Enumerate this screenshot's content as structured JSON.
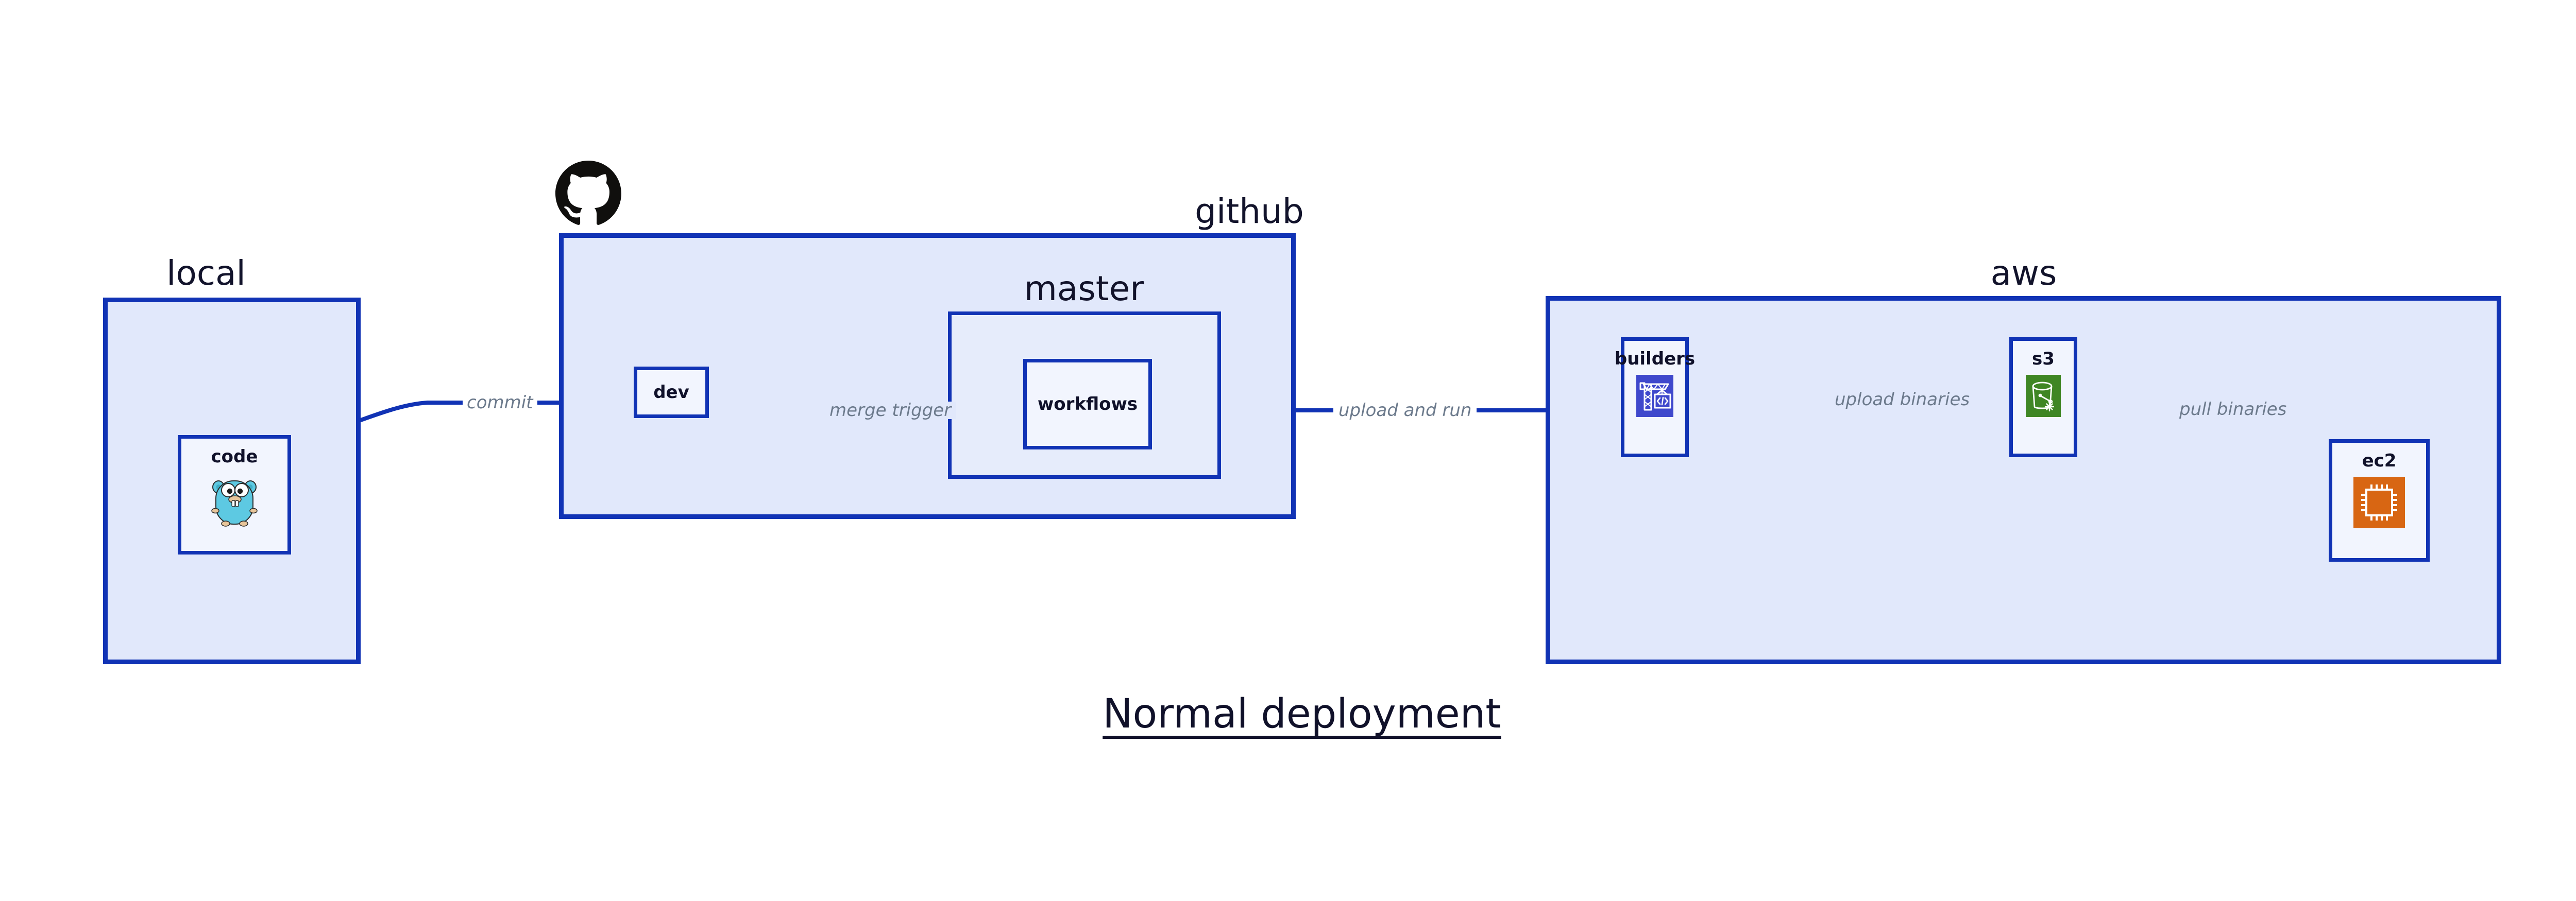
{
  "diagram": {
    "title": "Normal deployment",
    "title_underlined": true,
    "background": "#ffffff",
    "colors": {
      "group_fill": "#E1E8FB",
      "subgroup_fill": "#E6ECFB",
      "node_fill": "#F2F5FE",
      "stroke": "#1133B5",
      "label_text": "#12132B",
      "edge_label_text": "#6C7A8C",
      "builders_icon_bg": "#3F48CC",
      "s3_icon_bg": "#3F8624",
      "ec2_icon_bg": "#D86613",
      "gopher_body": "#5DC9E2",
      "github_mark": "#100F0D"
    }
  },
  "groups": [
    {
      "id": "local",
      "label": "local"
    },
    {
      "id": "github",
      "label": "github",
      "icon": "github-octocat-icon"
    },
    {
      "id": "aws",
      "label": "aws"
    }
  ],
  "subgroups": [
    {
      "id": "master",
      "label": "master",
      "parent": "github"
    }
  ],
  "nodes": [
    {
      "id": "code",
      "label": "code",
      "parent": "local",
      "icon": "go-gopher-icon"
    },
    {
      "id": "dev",
      "label": "dev",
      "parent": "github",
      "icon": null
    },
    {
      "id": "workflows",
      "label": "workflows",
      "parent": "master",
      "icon": null
    },
    {
      "id": "builders",
      "label": "builders",
      "parent": "aws",
      "icon": "aws-crane-builders-icon"
    },
    {
      "id": "s3",
      "label": "s3",
      "parent": "aws",
      "icon": "aws-s3-bucket-icon"
    },
    {
      "id": "ec2",
      "label": "ec2",
      "parent": "aws",
      "icon": "aws-ec2-chip-icon"
    }
  ],
  "edges": [
    {
      "id": "commit",
      "from": "code",
      "to": "dev",
      "label": "commit"
    },
    {
      "id": "merge-trigger",
      "from": "dev",
      "to": "workflows",
      "label": "merge trigger"
    },
    {
      "id": "upload-and-run",
      "from": "workflows",
      "to": "builders",
      "label": "upload and run"
    },
    {
      "id": "upload-binaries",
      "from": "builders",
      "to": "s3",
      "label": "upload binaries"
    },
    {
      "id": "pull-binaries",
      "from": "s3",
      "to": "ec2",
      "label": "pull binaries"
    }
  ]
}
